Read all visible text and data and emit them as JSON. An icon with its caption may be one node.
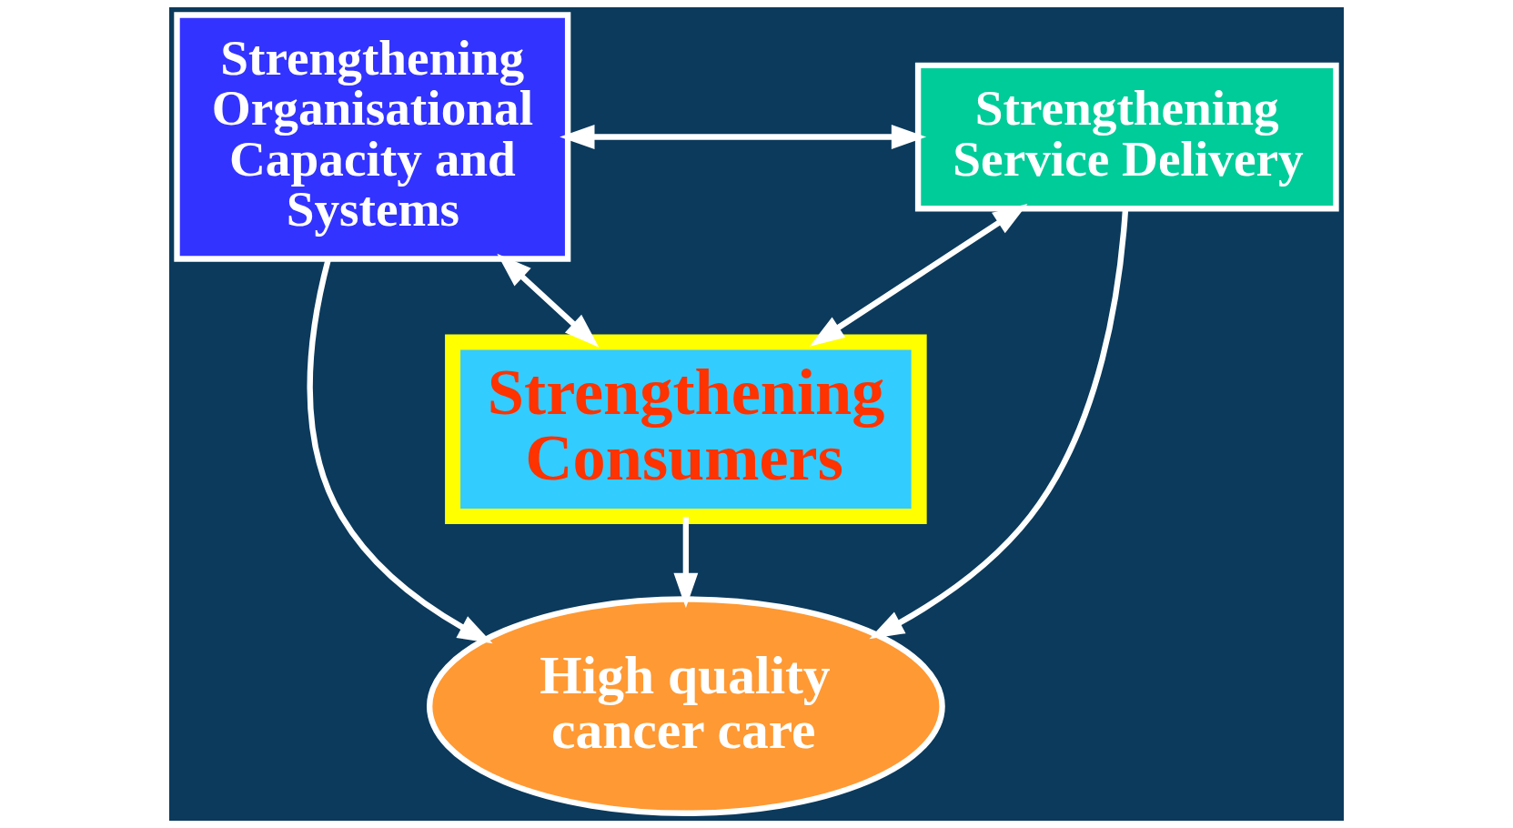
{
  "diagram": {
    "nodes": [
      {
        "text": [
          "Strengthening Organisational Capacity and Systems"
        ]
      },
      {
        "text": [
          "Strengthening Service Delivery"
        ]
      },
      {
        "text": [
          "High quality cancer care"
        ]
      },
      {
        "text": [
          "Strengthening Consumers"
        ]
      }
    ],
    "edges": [
      {
        "from": 0,
        "to": 1,
        "arrow": "both"
      },
      {
        "from": 0,
        "to": 2,
        "arrow": "to"
      },
      {
        "from": 1,
        "to": 2,
        "arrow": "to"
      },
      {
        "from": 3,
        "to": 2,
        "arrow": "to"
      },
      {
        "from": 0,
        "to": 3,
        "arrow": "both"
      },
      {
        "from": 1,
        "to": 3,
        "arrow": "both"
      }
    ]
  }
}
